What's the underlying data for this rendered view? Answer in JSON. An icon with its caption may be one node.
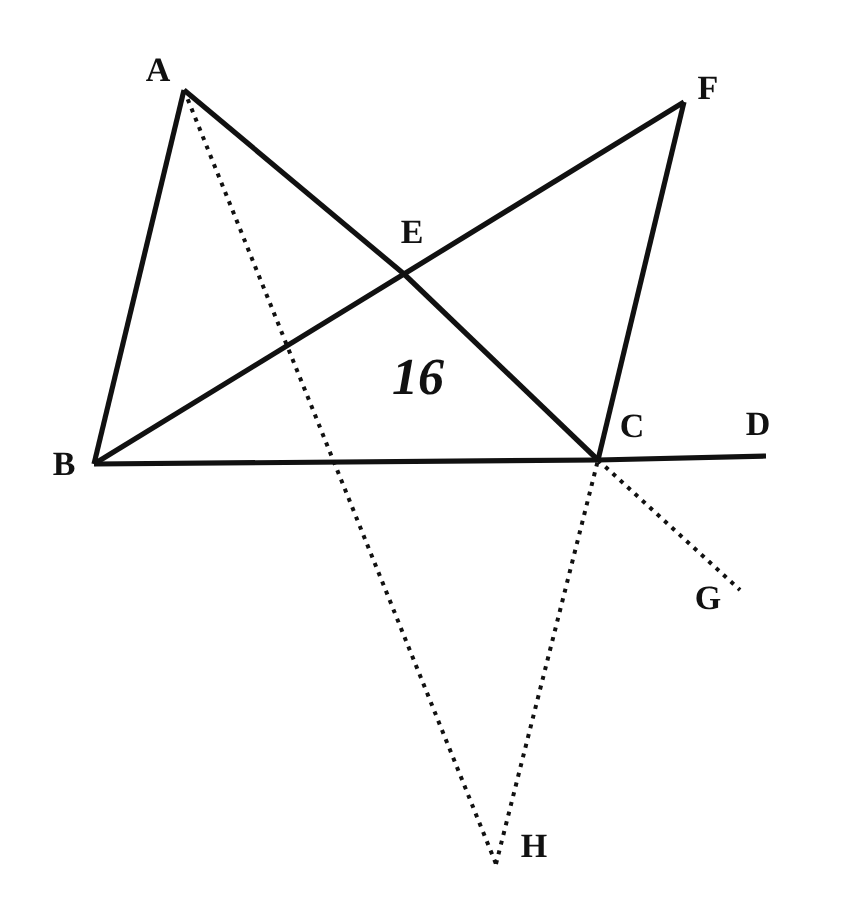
{
  "diagram": {
    "nodes": [
      {
        "text": [
          "A"
        ]
      },
      {
        "text": [
          "F"
        ]
      },
      {
        "text": [
          "E"
        ]
      },
      {
        "text": [
          "B"
        ]
      },
      {
        "text": [
          "C"
        ]
      },
      {
        "text": [
          "D"
        ]
      },
      {
        "text": [
          "G"
        ]
      },
      {
        "text": [
          "H"
        ]
      }
    ],
    "edges": [
      {
        "from": 0,
        "to": 3,
        "arrow": "none"
      },
      {
        "from": 0,
        "to": 2,
        "arrow": "none"
      },
      {
        "from": 2,
        "to": 4,
        "arrow": "none"
      },
      {
        "from": 3,
        "to": 2,
        "arrow": "none"
      },
      {
        "from": 2,
        "to": 1,
        "arrow": "none"
      },
      {
        "from": 1,
        "to": 4,
        "arrow": "none"
      },
      {
        "from": 3,
        "to": 4,
        "arrow": "none"
      },
      {
        "from": 4,
        "to": 5,
        "arrow": "none"
      },
      {
        "from": 0,
        "to": 7,
        "arrow": "none",
        "style": "dashed"
      },
      {
        "from": 7,
        "to": 4,
        "arrow": "none",
        "style": "dashed"
      },
      {
        "from": 4,
        "to": 6,
        "arrow": "none",
        "style": "dashed"
      }
    ],
    "labels": [
      "16"
    ]
  }
}
